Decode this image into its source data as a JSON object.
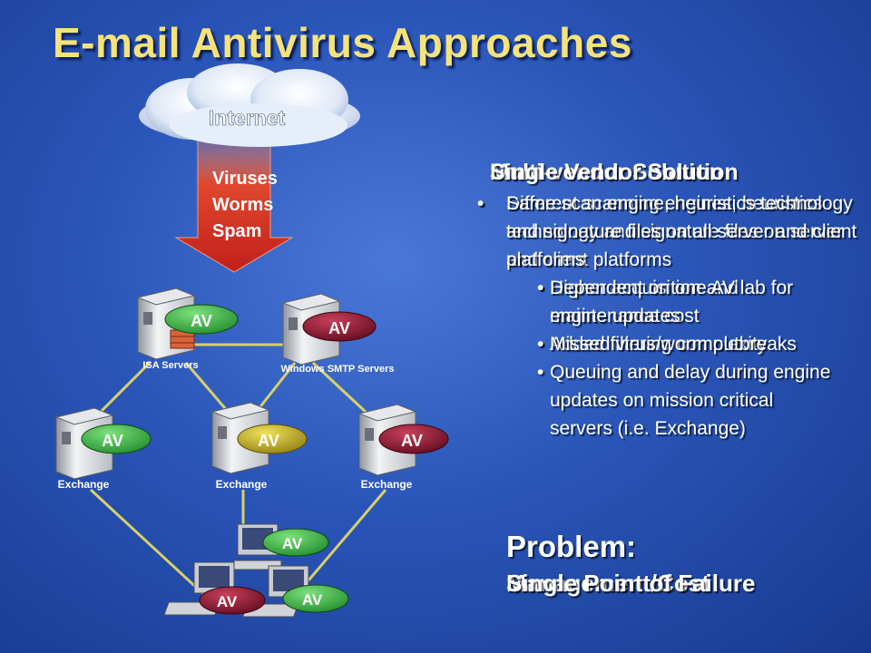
{
  "slide": {
    "title": "E-mail Antivirus Approaches"
  },
  "diagram": {
    "cloud_label": "Internet",
    "threats": [
      "Viruses",
      "Worms",
      "Spam"
    ],
    "av_label": "AV",
    "isa_label": "ISA Servers",
    "smtp_label": "Windows SMTP Servers",
    "exchange_labels": [
      "Exchange",
      "Exchange",
      "Exchange"
    ],
    "colors": {
      "av_green": "#2fae3a",
      "av_maroon": "#8a1030",
      "av_olive": "#b8a61a",
      "av_blue": "#1a6fc0",
      "arrow_red": "#d83a2a",
      "link_yellow": "#d8cf6a"
    }
  },
  "panel_a": {
    "heading": "Multi-vendor Solution",
    "bullets": [
      "Different scanning engines, heuristics technology and signature files on server and client platforms"
    ],
    "sub_bullets": [
      "Higher acquisition and maintenance cost",
      "Added filtering complexity",
      "Queuing and delay during engine updates on mission critical servers (i.e. Exchange)"
    ]
  },
  "panel_b": {
    "heading": "Single Vendor Solution",
    "bullets": [
      "Same scan engine, heuristics technology and signature files on all server and client platforms"
    ],
    "sub_bullets": [
      "Dependent on one AV lab for engine updates",
      "Missed virus/worm outbreaks"
    ]
  },
  "problem": {
    "heading": "Problem:",
    "line_a": "Management/Cost",
    "line_b": "Single Point of Failure"
  }
}
